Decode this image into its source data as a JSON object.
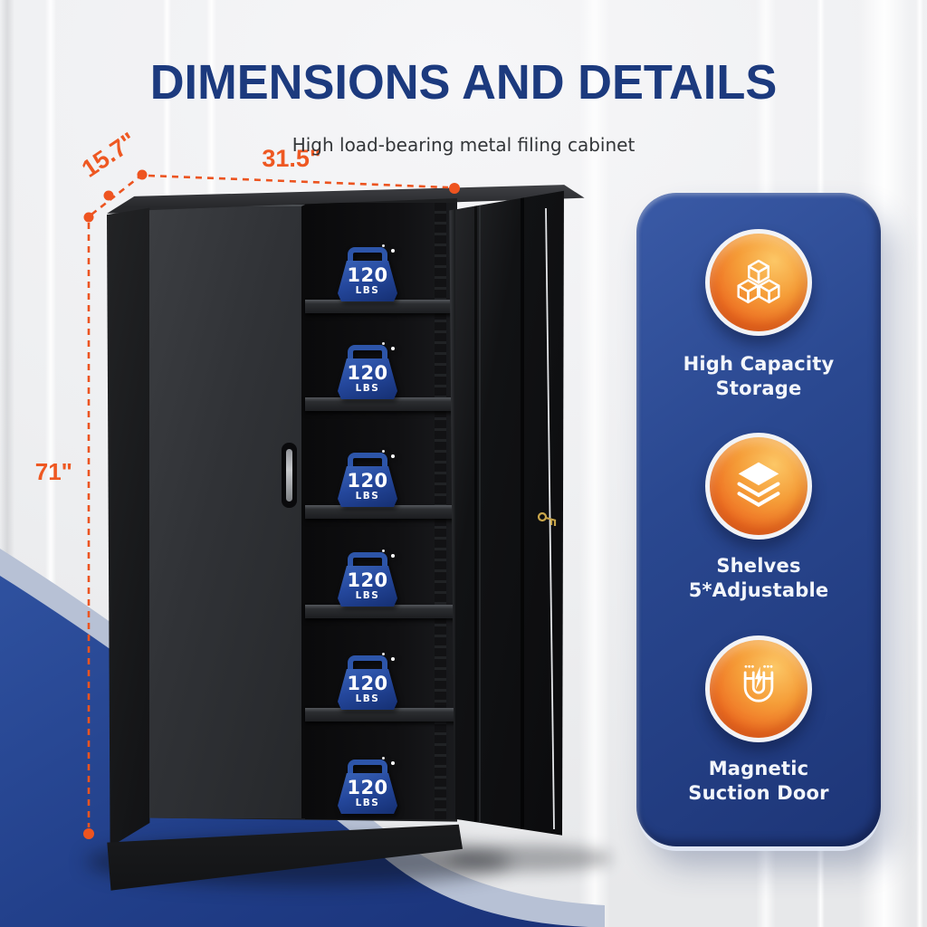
{
  "header": {
    "title": "DIMENSIONS AND DETAILS",
    "subtitle": "High load-bearing metal filing cabinet"
  },
  "dimensions": {
    "depth": "15.7\"",
    "width": "31.5\"",
    "height": "71\""
  },
  "cabinet": {
    "shelf_badges": [
      {
        "value": "120",
        "unit": "LBS"
      },
      {
        "value": "120",
        "unit": "LBS"
      },
      {
        "value": "120",
        "unit": "LBS"
      },
      {
        "value": "120",
        "unit": "LBS"
      },
      {
        "value": "120",
        "unit": "LBS"
      },
      {
        "value": "120",
        "unit": "LBS"
      }
    ]
  },
  "features": [
    {
      "icon": "cubes-icon",
      "line1": "High Capacity",
      "line2": "Storage"
    },
    {
      "icon": "layers-icon",
      "line1": "Shelves",
      "line2": "5*Adjustable"
    },
    {
      "icon": "magnet-icon",
      "line1": "Magnetic",
      "line2": "Suction Door"
    }
  ],
  "colors": {
    "accent_orange": "#EE5822",
    "title_navy": "#1C3A7E",
    "panel_navy": "#2A4890",
    "badge_blue": "#24479C",
    "sweep_blue": "#24418C"
  }
}
